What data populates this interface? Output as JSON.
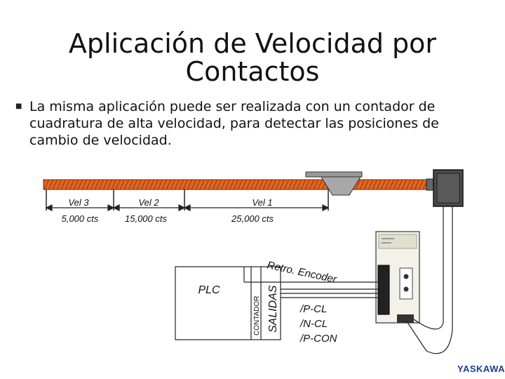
{
  "slide": {
    "title": "Aplicación de Velocidad por Contactos",
    "bullet_text": "La misma aplicación puede ser realizada con un contador de cuadratura de alta velocidad, para detectar las posiciones de cambio de velocidad."
  },
  "diagram": {
    "speeds": [
      {
        "label": "Vel 3",
        "counts": "5,000 cts"
      },
      {
        "label": "Vel 2",
        "counts": "15,000 cts"
      },
      {
        "label": "Vel 1",
        "counts": "25,000 cts"
      }
    ],
    "plc_label": "PLC",
    "counter_label": "CONTADOR",
    "outputs_label": "SALIDAS",
    "feedback_label": "Retro. Encoder",
    "signals": [
      "/P-CL",
      "/N-CL",
      "/P-CON"
    ]
  },
  "brand": {
    "logo_text": "YASKAWA",
    "color": "#1a3d8f"
  },
  "colors": {
    "belt": "#e8641e",
    "carriage": "#a8a8a8",
    "motor": "#4a4a4a"
  }
}
